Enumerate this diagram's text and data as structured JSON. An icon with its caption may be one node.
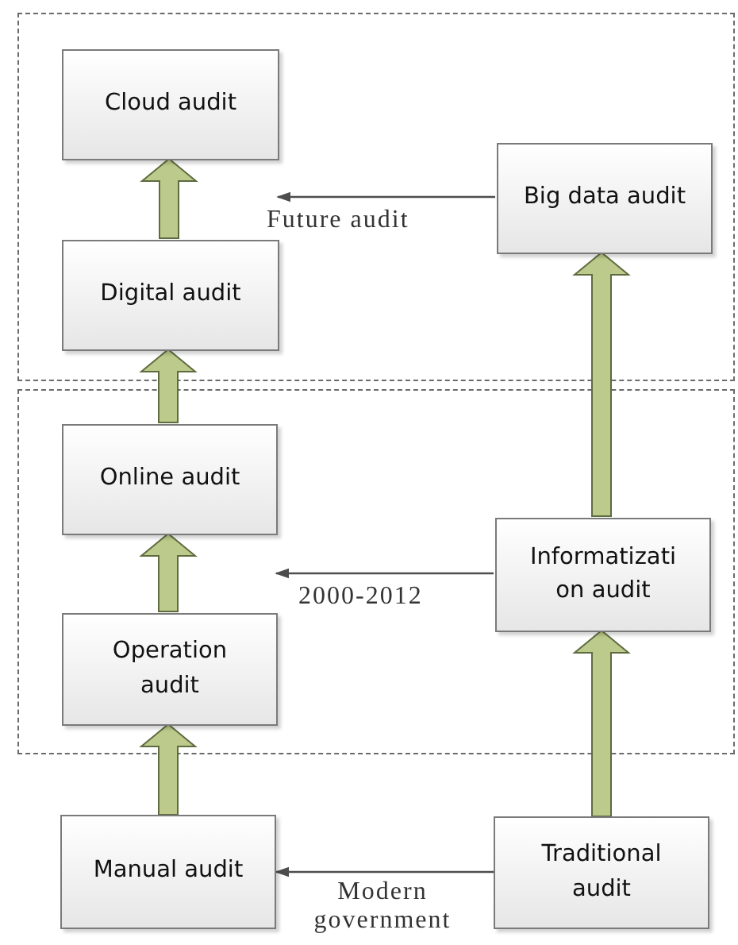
{
  "diagram": {
    "nodes": [
      {
        "text": [],
        "shape": "box"
      },
      {
        "text": [
          "Cloud audit"
        ],
        "in": 0
      },
      {
        "text": [
          "Digital audit"
        ],
        "in": 0
      },
      {
        "text": [
          "Big data audit"
        ],
        "in": 0
      },
      {
        "text": [],
        "shape": "box"
      },
      {
        "text": [
          "Online audit"
        ],
        "in": 4
      },
      {
        "text": [
          "Informatizati on audit"
        ],
        "in": 4
      },
      {
        "text": [
          "Operation audit"
        ],
        "in": 4
      },
      {
        "text": [
          "Manual audit"
        ]
      },
      {
        "text": [
          "Traditional audit"
        ]
      }
    ],
    "edges": [
      {
        "from": 2,
        "to": 1,
        "arrow": "to",
        "style": "thick"
      },
      {
        "from": 5,
        "to": 2,
        "arrow": "to",
        "style": "thick"
      },
      {
        "from": 7,
        "to": 5,
        "arrow": "to",
        "style": "thick"
      },
      {
        "from": 8,
        "to": 7,
        "arrow": "to",
        "style": "thick"
      },
      {
        "from": 9,
        "to": 6,
        "arrow": "to",
        "style": "thick"
      },
      {
        "from": 6,
        "to": 3,
        "arrow": "to",
        "style": "thick"
      },
      {
        "from": 3,
        "to": 1,
        "arrow": "to",
        "label": "Future audit",
        "color": "#4d4d4d"
      },
      {
        "from": 6,
        "to": 5,
        "arrow": "to",
        "label": "2000-2012",
        "color": "#4d4d4d"
      },
      {
        "from": 9,
        "to": 8,
        "arrow": "to",
        "label": "Modern government",
        "color": "#4d4d4d"
      }
    ]
  }
}
